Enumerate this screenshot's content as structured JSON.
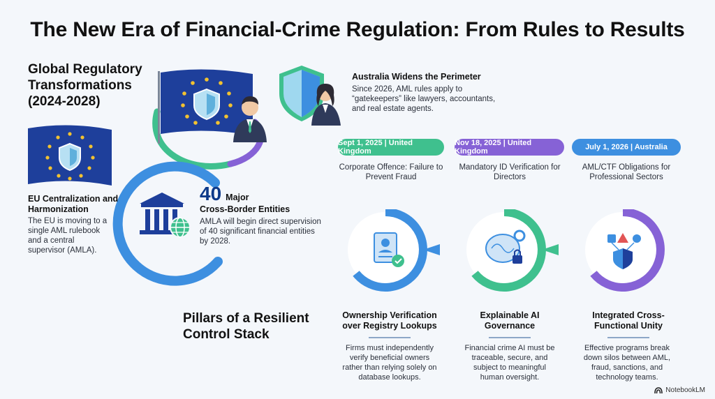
{
  "title": "The New Era of Financial-Crime Regulation: From Rules to Results",
  "global": {
    "heading": "Global Regulatory Transformations (2024-2028)"
  },
  "eu": {
    "heading": "EU Centralization and Harmonization",
    "body": "The EU is moving to a single AML rulebook and a central supervisor (AMLA)."
  },
  "amla": {
    "number": "40",
    "heading_suffix": "Major",
    "heading_line2": "Cross-Border Entities",
    "body": "AMLA will begin direct supervision of 40 significant financial entities by 2028."
  },
  "australia": {
    "heading": "Australia Widens the Perimeter",
    "body": "Since 2026, AML rules apply to “gatekeepers” like lawyers, accountants, and real estate agents."
  },
  "timeline": [
    {
      "date": "Sept 1, 2025 | United Kingdom",
      "desc": "Corporate Offence: Failure to Prevent Fraud",
      "color": "#3fc08e"
    },
    {
      "date": "Nov 18, 2025 | United Kingdom",
      "desc": "Mandatory ID Verification for Directors",
      "color": "#8662d6"
    },
    {
      "date": "July 1, 2026 | Australia",
      "desc": "AML/CTF Obligations for Professional Sectors",
      "color": "#3d8fe0"
    }
  ],
  "pillars": {
    "heading": "Pillars of a Resilient Control Stack",
    "items": [
      {
        "title": "Ownership Verification over Registry Lookups",
        "body": "Firms must independently verify beneficial owners rather than relying solely on database lookups.",
        "color": "#3d8fe0",
        "icon": "id-document-check-icon"
      },
      {
        "title": "Explainable AI Governance",
        "body": "Financial crime AI must be traceable, secure, and subject to meaningful human oversight.",
        "color": "#3fc08e",
        "icon": "ai-brain-lock-icon"
      },
      {
        "title": "Integrated Cross-Functional Unity",
        "body": "Effective programs break down silos between AML, fraud, sanctions, and technology teams.",
        "color": "#8662d6",
        "icon": "integrated-shield-icon"
      }
    ]
  },
  "footer": {
    "brand": "NotebookLM"
  }
}
